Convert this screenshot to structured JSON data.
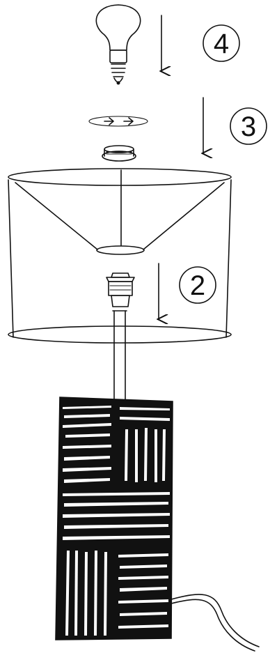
{
  "steps": [
    {
      "number": "4",
      "part": "light-bulb"
    },
    {
      "number": "3",
      "part": "shade-ring"
    },
    {
      "number": "2",
      "part": "lamp-socket"
    }
  ],
  "colors": {
    "ink": "#111111",
    "paper": "#ffffff"
  }
}
